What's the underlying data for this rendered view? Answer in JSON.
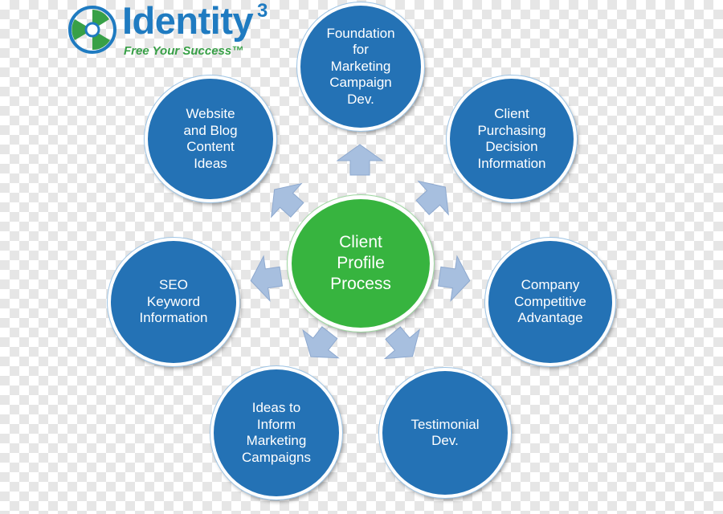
{
  "logo": {
    "name": "Identity",
    "superscript": "3",
    "tagline": "Free Your Success™",
    "icon": "pinwheel-logo-icon",
    "colors": {
      "name": "#1f7bc1",
      "tagline": "#38a047"
    }
  },
  "center": {
    "label": "Client\nProfile\nProcess",
    "color": "#37b43f"
  },
  "nodes": [
    {
      "id": "foundation",
      "label": "Foundation\nfor\nMarketing\nCampaign\nDev."
    },
    {
      "id": "purchasing",
      "label": "Client\nPurchasing\nDecision\nInformation"
    },
    {
      "id": "competitive",
      "label": "Company\nCompetitive\nAdvantage"
    },
    {
      "id": "testimonial",
      "label": "Testimonial\nDev."
    },
    {
      "id": "ideas",
      "label": "Ideas to\nInform\nMarketing\nCampaigns"
    },
    {
      "id": "seo",
      "label": "SEO\nKeyword\nInformation"
    },
    {
      "id": "website",
      "label": "Website\nand Blog\nContent\nIdeas"
    }
  ],
  "colors": {
    "node_fill": "#2472b5",
    "arrow_fill": "#a7bfdf",
    "background": "#ffffff"
  }
}
